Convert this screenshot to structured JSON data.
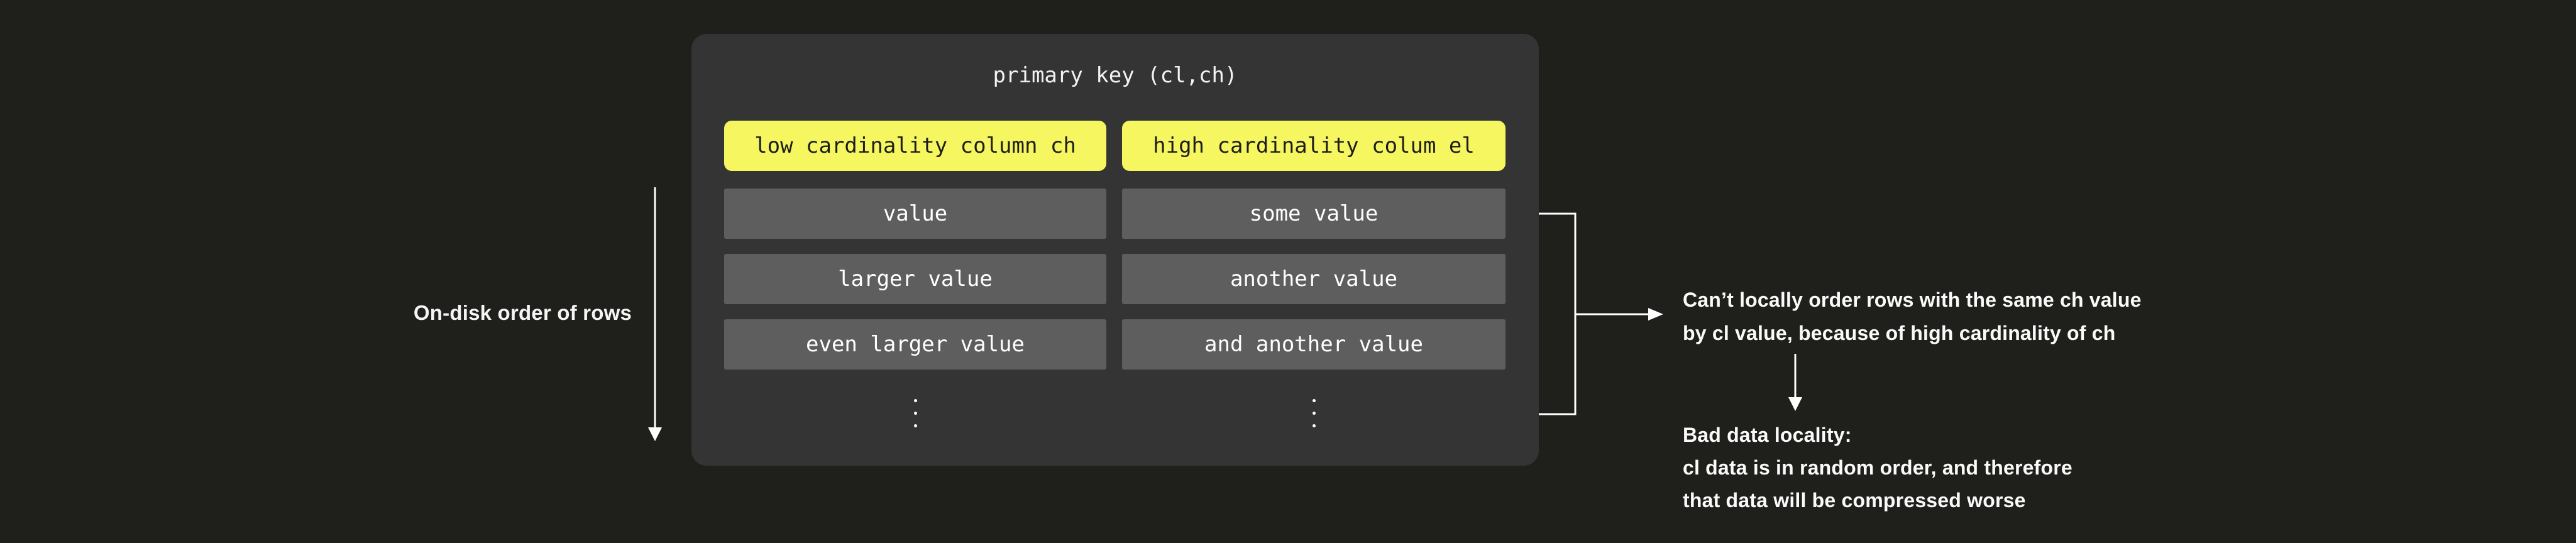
{
  "colors": {
    "page_bg": "#1f1f1b",
    "panel_bg": "#343434",
    "row_bg": "#5e5e5e",
    "header_bg": "#f5f660",
    "header_text": "#1d1d1b",
    "text": "#ffffff"
  },
  "panel": {
    "title": "primary key (cl,ch)",
    "columns": [
      {
        "header": "low cardinality column ch",
        "rows": [
          "value",
          "larger value",
          "even larger value"
        ]
      },
      {
        "header": "high cardinality colum el",
        "rows": [
          "some value",
          "another value",
          "and another value"
        ]
      }
    ]
  },
  "left_label": "On-disk order of rows",
  "annotations": {
    "top": "Can’t locally order rows with the same ch value\nby cl value, because of high cardinality of ch",
    "bottom": "Bad data locality:\ncl data is in random order, and therefore\nthat data will be compressed worse"
  }
}
